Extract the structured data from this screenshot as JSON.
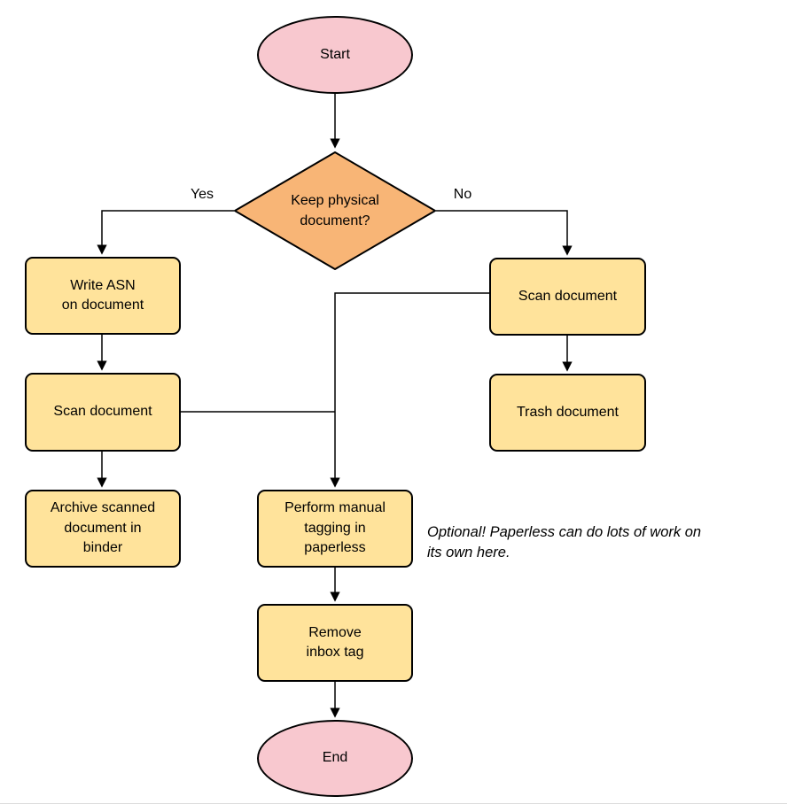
{
  "flowchart": {
    "nodes": {
      "start": {
        "label": "Start"
      },
      "decision": {
        "label": "Keep physical\ndocument?"
      },
      "write_asn": {
        "label": "Write ASN\non document"
      },
      "scan_left": {
        "label": "Scan document"
      },
      "archive": {
        "label": "Archive scanned\ndocument in\nbinder"
      },
      "scan_right": {
        "label": "Scan document"
      },
      "trash": {
        "label": "Trash document"
      },
      "tagging": {
        "label": "Perform manual\ntagging in\npaperless"
      },
      "remove_inbox": {
        "label": "Remove\ninbox tag"
      },
      "end": {
        "label": "End"
      }
    },
    "edge_labels": {
      "yes": "Yes",
      "no": "No"
    },
    "note": "Optional! Paperless can do lots of work on\nits own here."
  },
  "colors": {
    "node_fill": "#FFE39B",
    "terminal_fill": "#F8C8CF",
    "decision_fill": "#F8B576",
    "stroke": "#000000"
  }
}
